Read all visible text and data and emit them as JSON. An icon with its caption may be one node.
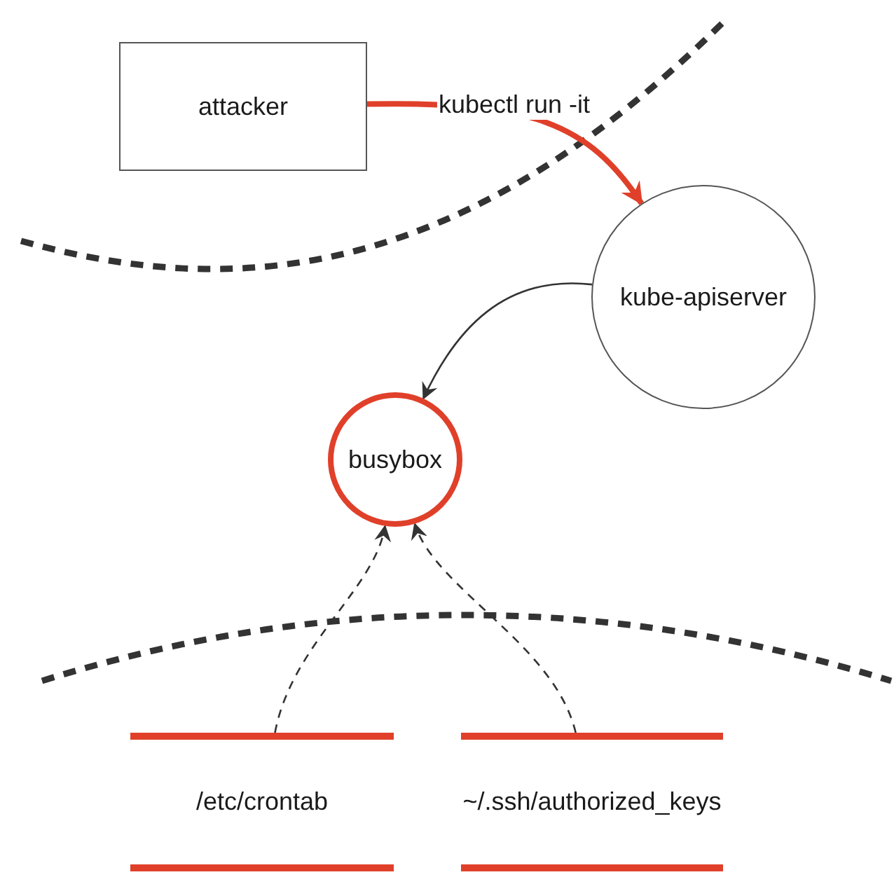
{
  "diagram": {
    "nodes": [
      {
        "text": [
          "attacker"
        ]
      },
      {
        "text": [
          "kube-apiserver"
        ]
      },
      {
        "text": [
          "busybox"
        ]
      },
      {
        "text": [
          "/etc/crontab"
        ]
      },
      {
        "text": [
          "~/.ssh/authorized_keys"
        ]
      }
    ],
    "edges": [
      {
        "from": 0,
        "to": 1,
        "arrow": "to",
        "label": "kubectl run -it",
        "style": "thick",
        "color": "#e0402a"
      },
      {
        "from": 1,
        "to": 2,
        "arrow": "to"
      },
      {
        "from": 3,
        "to": 2,
        "arrow": "to",
        "style": "dashed"
      },
      {
        "from": 4,
        "to": 2,
        "arrow": "to",
        "style": "dashed"
      }
    ]
  }
}
